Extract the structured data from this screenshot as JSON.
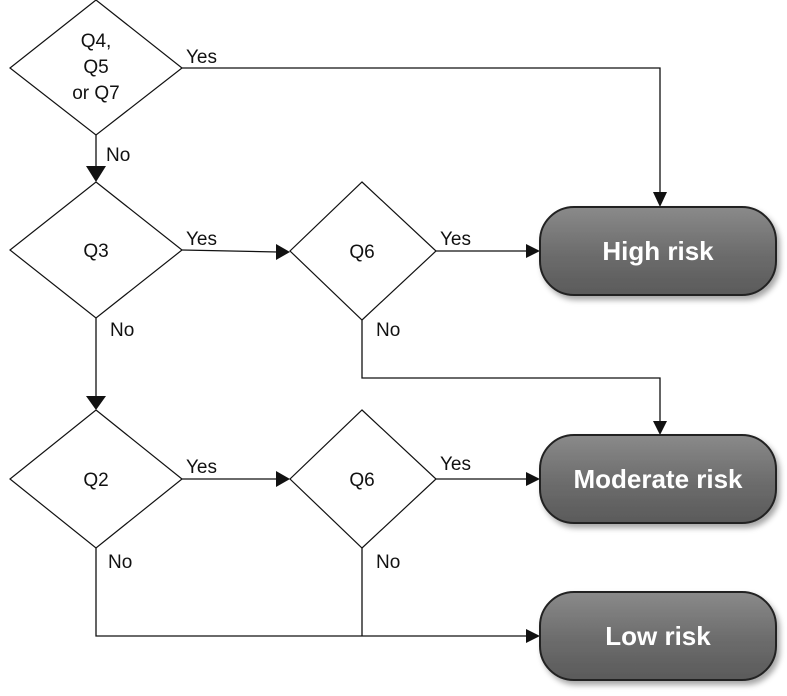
{
  "decisions": {
    "d1": {
      "lines": [
        "Q4,",
        "Q5",
        "or Q7"
      ]
    },
    "d2": {
      "label": "Q3"
    },
    "d3": {
      "label": "Q6"
    },
    "d4": {
      "label": "Q2"
    },
    "d5": {
      "label": "Q6"
    }
  },
  "edges": {
    "d1_yes": "Yes",
    "d1_no": "No",
    "d2_yes": "Yes",
    "d2_no": "No",
    "d3_yes": "Yes",
    "d3_no": "No",
    "d4_yes": "Yes",
    "d4_no": "No",
    "d5_yes": "Yes",
    "d5_no": "No"
  },
  "outcomes": {
    "high": "High risk",
    "moderate": "Moderate risk",
    "low": "Low risk"
  },
  "colors": {
    "outcome_fill": "#6e6e6e",
    "line": "#111111"
  }
}
